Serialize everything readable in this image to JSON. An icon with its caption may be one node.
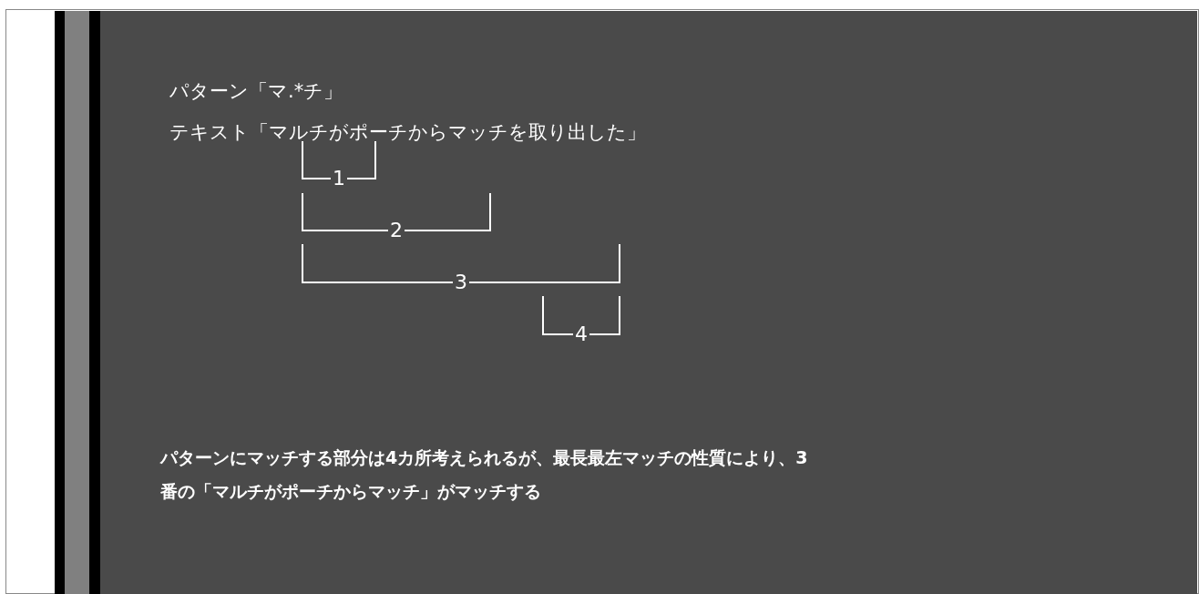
{
  "diagram": {
    "labels": [
      "パターン「マ.*チ」",
      "テキスト「マルチがポーチからマッチを取り出した」",
      "1",
      "2",
      "3",
      "4",
      "パターンにマッチする部分は4カ所考えられるが、最長最左マッチの性質により、3番の「マルチがポーチからマッチ」がマッチする"
    ]
  }
}
